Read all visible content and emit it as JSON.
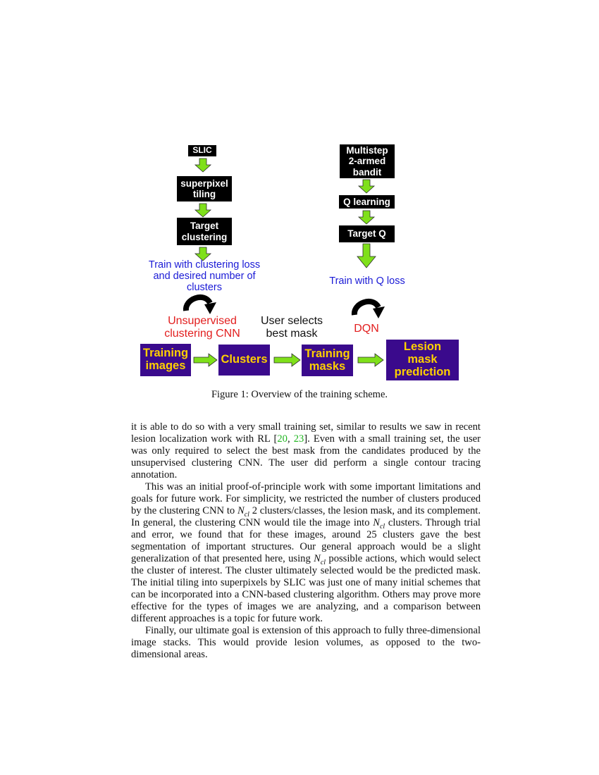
{
  "figure": {
    "left_chain": [
      "SLIC",
      "superpixel\ntiling",
      "Target\nclustering"
    ],
    "left_train_label": "Train with clustering loss\nand desired number of\nclusters",
    "left_model_label": "Unsupervised\nclustering CNN",
    "middle_label": "User selects\nbest mask",
    "right_chain": [
      "Multistep\n2-armed\nbandit",
      "Q learning",
      "Target Q"
    ],
    "right_train_label": "Train with Q loss",
    "right_model_label": "DQN",
    "pipeline": [
      "Training\nimages",
      "Clusters",
      "Training\nmasks",
      "Lesion\nmask\nprediction"
    ],
    "colors": {
      "pipeline_box": "#3a0a8c",
      "pipeline_text": "#ffd000",
      "arrow_green": "#7fe01a",
      "train_label": "#1a1ad6",
      "model_label": "#e21e1e"
    }
  },
  "caption": "Figure 1: Overview of the training scheme.",
  "body": {
    "p1_a": "it is able to do so with a very small training set, similar to results we saw in recent lesion localization work with RL [",
    "cite1": "20",
    "cite_sep": ", ",
    "cite2": "23",
    "p1_b": "].  Even with a small training set, the user was only required to select the best mask from the candidates produced by the unsupervised clustering CNN. The user did perform a single contour tracing annotation.",
    "p2_a": "This was an initial proof-of-principle work with some important limitations and goals for future work. For simplicity, we restricted the number of clusters produced by the clustering CNN to ",
    "ncl_N": "N",
    "ncl_sub": "cl",
    "p2_b": " 2 clusters/classes, the lesion mask, and its complement. In general, the clustering CNN would tile the image into ",
    "p2_c": " clusters. Through trial and error, we found that for these images, around 25 clusters gave the best segmentation of important structures. Our general approach would be a slight generalization of that presented here, using ",
    "p2_d": " possible actions, which would select the cluster of interest. The cluster ultimately selected would be the predicted mask. The initial tiling into superpixels by SLIC was just one of many initial schemes that can be incorporated into a CNN-based clustering algorithm. Others may prove more effective for the types of images we are analyzing, and a comparison between different approaches is a topic for future work.",
    "p3": "Finally, our ultimate goal is extension of this approach to fully three-dimensional image stacks.  This would provide lesion volumes, as opposed to the two-dimensional areas."
  }
}
